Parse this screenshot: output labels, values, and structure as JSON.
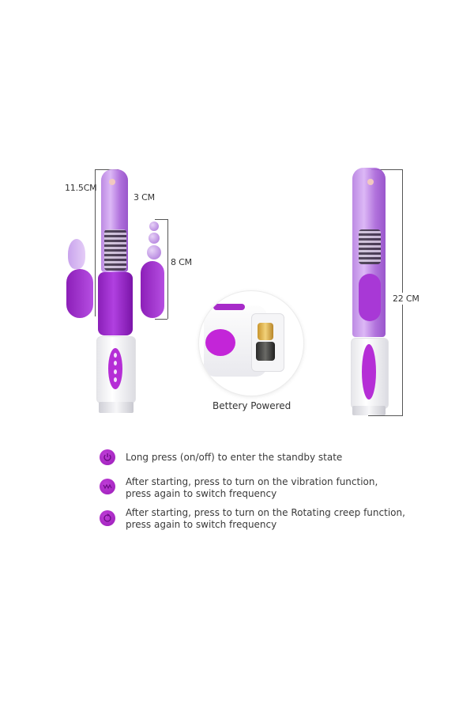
{
  "left_view": {
    "dimensions": {
      "total_length": "11.5CM",
      "width": "3 CM",
      "bead_length": "8 CM"
    }
  },
  "center_view": {
    "caption": "Bettery Powered"
  },
  "right_view": {
    "dimensions": {
      "length": "22 CM"
    }
  },
  "instructions": [
    {
      "icon": "power-icon",
      "line1": "Long press (on/off) to enter the standby state",
      "line2": ""
    },
    {
      "icon": "vibration-icon",
      "line1": "After starting, press to turn on the vibration function,",
      "line2": "press again to switch frequency"
    },
    {
      "icon": "rotate-icon",
      "line1": "After starting, press to turn on the Rotating creep function,",
      "line2": "press again to switch frequency"
    }
  ],
  "colors": {
    "accent_purple": "#a82bc9",
    "translucent_purple": "#b57de0",
    "handle_white": "#f4f4f6"
  }
}
